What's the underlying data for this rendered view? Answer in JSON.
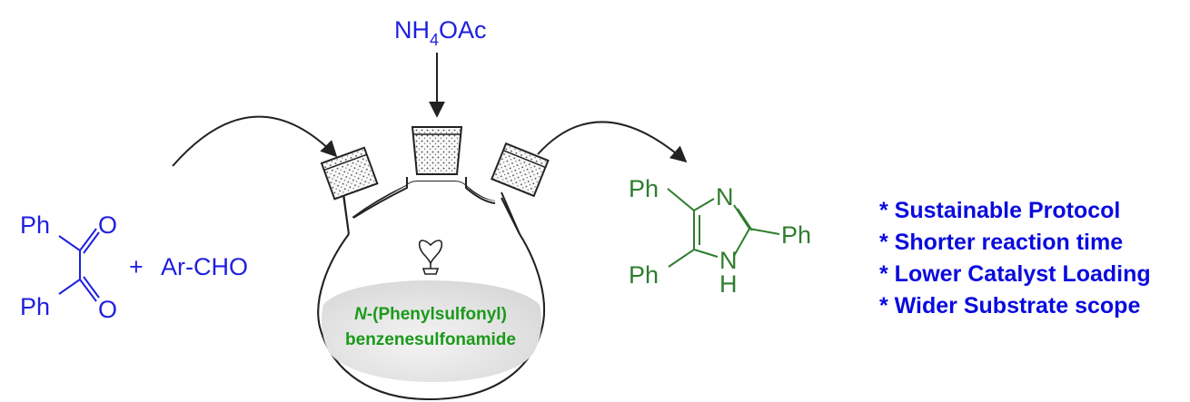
{
  "colors": {
    "blue": "#1f1fe0",
    "green": "#2e7d2e",
    "catalyst_green": "#1a9a1a",
    "benefit_blue": "#0a0adf",
    "arrow": "#222222"
  },
  "reagent_top": {
    "main": "NH",
    "subscript": "4",
    "rest": "OAc"
  },
  "reactant_diketone": {
    "ph_top": "Ph",
    "ph_bottom": "Ph",
    "o_top": "O",
    "o_bottom": "O"
  },
  "reactant_plus": "+",
  "reactant_aldehyde": "Ar-CHO",
  "catalyst": {
    "prefix": "N",
    "line1_rest": "-(Phenylsulfonyl)",
    "line2": "benzenesulfonamide"
  },
  "product": {
    "ph1": "Ph",
    "ph2": "Ph",
    "ph3": "Ph",
    "n_top": "N",
    "n_bottom": "N",
    "h": "H"
  },
  "benefits": [
    "* Sustainable Protocol",
    "* Shorter reaction time",
    "* Lower Catalyst Loading",
    "* Wider Substrate scope"
  ]
}
